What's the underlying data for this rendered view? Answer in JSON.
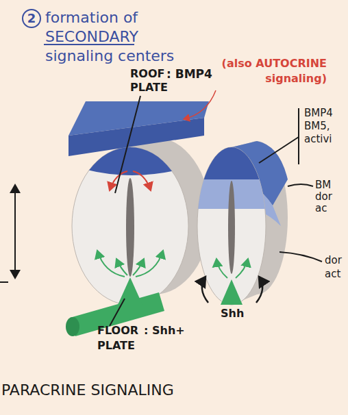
{
  "diagram": {
    "title": "formation of SECONDARY signaling centers",
    "labels": [
      "2",
      "(also AUTOCRINE signaling)",
      "ROOF PLATE",
      ": BMP4",
      "BMP4 BM5, activi",
      "BM dor ac",
      "dor act",
      "Shh",
      "FLOOR PLATE",
      ": Shh+",
      "PARACRINE SIGNALING"
    ]
  }
}
